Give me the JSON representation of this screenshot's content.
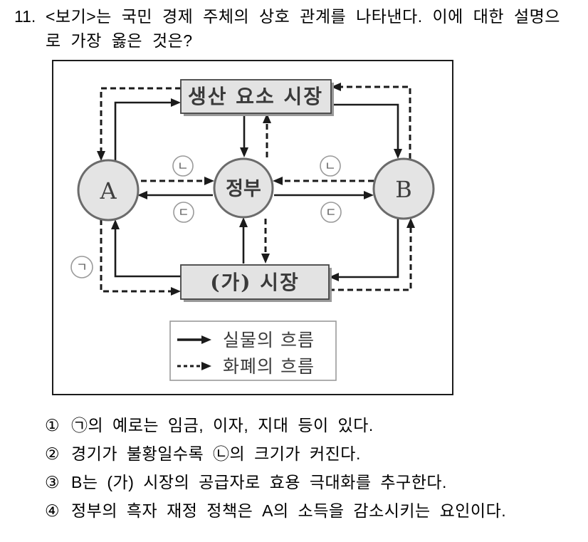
{
  "question": {
    "number": "11.",
    "text": "<보기>는 국민 경제 주체의 상호 관계를 나타낸다. 이에 대한 설명으로 가장 옳은 것은?"
  },
  "diagram": {
    "top_box": "생산 요소 시장",
    "bottom_box": "(가) 시장",
    "node_a": "A",
    "node_gov": "정부",
    "node_b": "B",
    "marker_g": "ㄱ",
    "marker_n": "ㄴ",
    "marker_d": "ㄷ",
    "legend": {
      "real": "실물의 흐름",
      "money": "화폐의 흐름"
    },
    "colors": {
      "box_fill": "#e3e3e3",
      "box_shadow": "#999999",
      "node_fill": "#e4e4e4",
      "arrow": "#1b1b1b",
      "marker_circle": "#9a9a9a"
    }
  },
  "choices": [
    {
      "num": "①",
      "text": "㉠의 예로는 임금, 이자, 지대 등이 있다."
    },
    {
      "num": "②",
      "text": "경기가 불황일수록 ㉡의 크기가 커진다."
    },
    {
      "num": "③",
      "text": "B는 (가) 시장의 공급자로 효용 극대화를 추구한다."
    },
    {
      "num": "④",
      "text": "정부의 흑자 재정 정책은 A의 소득을 감소시키는 요인이다."
    }
  ]
}
